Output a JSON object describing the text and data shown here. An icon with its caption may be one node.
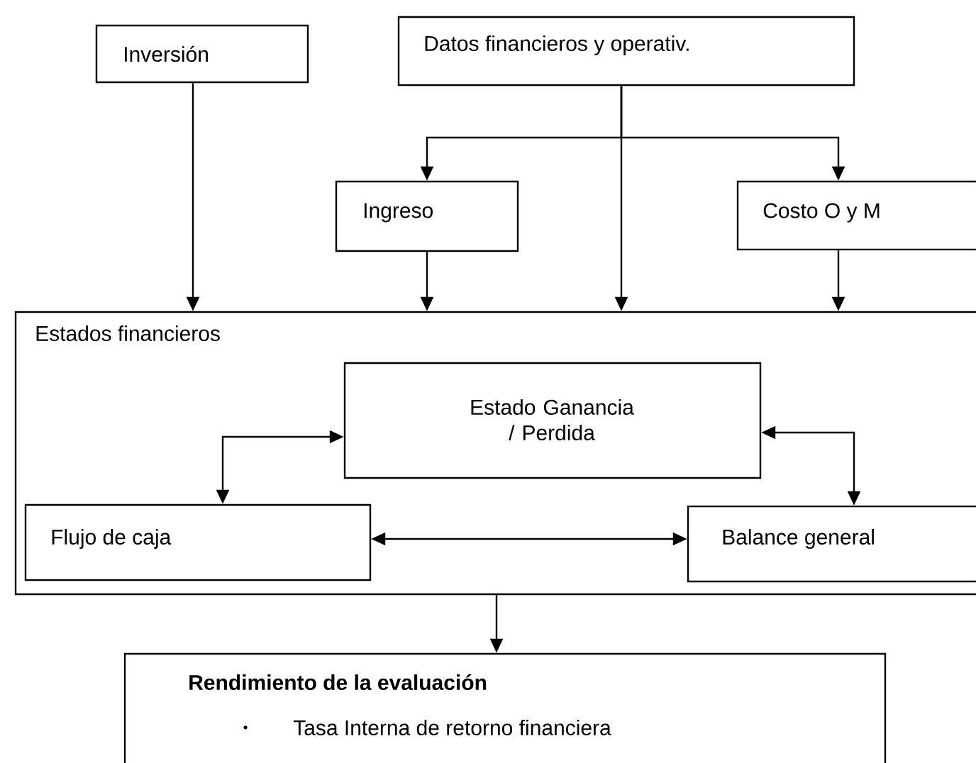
{
  "diagram": {
    "nodes": [
      {
        "text": [
          "Inversión"
        ]
      },
      {
        "text": [
          "Datos financieros y operativ."
        ]
      },
      {
        "text": [
          "Ingreso"
        ]
      },
      {
        "text": [
          "Costo O y M"
        ]
      },
      {
        "text": [
          "Estados financieros"
        ]
      },
      {
        "text": [
          "Estado Ganancia / Perdida"
        ],
        "in": 4
      },
      {
        "text": [
          "Flujo de caja"
        ],
        "in": 4
      },
      {
        "text": [
          "Balance general"
        ],
        "in": 4
      },
      {
        "text": [
          "Rendimiento de la evaluación",
          "Tasa Interna de retorno financiera"
        ]
      }
    ],
    "edges": [
      {
        "from": 0,
        "to": 4,
        "arrow": "to"
      },
      {
        "from": 1,
        "to": 2,
        "arrow": "to"
      },
      {
        "from": 1,
        "to": 3,
        "arrow": "to"
      },
      {
        "from": 1,
        "to": 4,
        "arrow": "to"
      },
      {
        "from": 2,
        "to": 4,
        "arrow": "to"
      },
      {
        "from": 3,
        "to": 4,
        "arrow": "to"
      },
      {
        "from": 6,
        "to": 5,
        "arrow": "both"
      },
      {
        "from": 5,
        "to": 7,
        "arrow": "both"
      },
      {
        "from": 6,
        "to": 7,
        "arrow": "both"
      },
      {
        "from": 4,
        "to": 8,
        "arrow": "to"
      }
    ]
  }
}
